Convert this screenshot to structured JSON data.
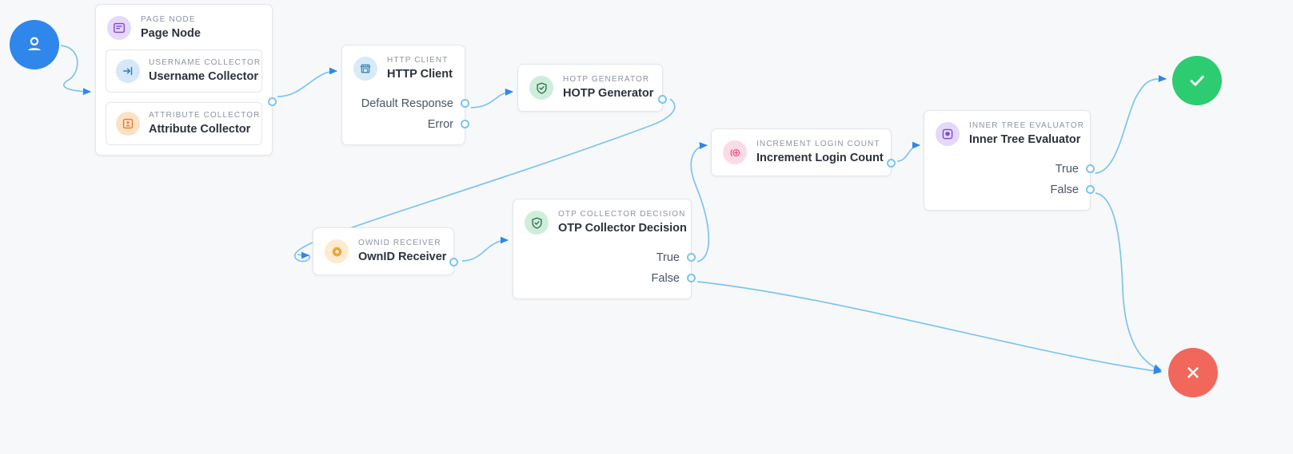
{
  "canvas": {
    "background": "#f7f8fa",
    "edge_color": "#7cc4ef",
    "port_color": "#7cc4ef"
  },
  "terminals": {
    "start": {
      "icon": "user-avatar-icon",
      "color": "#2f86eb"
    },
    "success": {
      "icon": "check-icon",
      "color": "#2ecc71"
    },
    "failure": {
      "icon": "close-icon",
      "color": "#f2675c"
    }
  },
  "nodes": [
    {
      "id": "page-node",
      "kicker": "PAGE NODE",
      "title": "Page Node",
      "icon": "page-icon",
      "icon_bg": "#e5d8fb",
      "icon_color": "#7b47d6",
      "children": [
        {
          "id": "username-collector",
          "kicker": "USERNAME COLLECTOR",
          "title": "Username Collector",
          "icon": "sign-in-icon",
          "icon_bg": "#d4e8f9",
          "icon_color": "#2a7ec0"
        },
        {
          "id": "attribute-collector",
          "kicker": "ATTRIBUTE COLLECTOR",
          "title": "Attribute Collector",
          "icon": "id-card-icon",
          "icon_bg": "#fbe2c4",
          "icon_color": "#e57a33"
        }
      ]
    },
    {
      "id": "http-client",
      "kicker": "HTTP CLIENT",
      "title": "HTTP Client",
      "icon": "storefront-icon",
      "icon_bg": "#d8eaf8",
      "icon_color": "#3a7fb5",
      "outputs": [
        "Default Response",
        "Error"
      ]
    },
    {
      "id": "hotp-generator",
      "kicker": "HOTP GENERATOR",
      "title": "HOTP Generator",
      "icon": "shield-check-icon",
      "icon_bg": "#cfeddb",
      "icon_color": "#1f6b46",
      "outputs": []
    },
    {
      "id": "ownid-receiver",
      "kicker": "OWNID RECEIVER",
      "title": "OwnID Receiver",
      "icon": "gear-icon",
      "icon_bg": "#fcebd0",
      "icon_color": "#f0a32c",
      "outputs": []
    },
    {
      "id": "otp-collector-decision",
      "kicker": "OTP COLLECTOR DECISION",
      "title": "OTP Collector Decision",
      "icon": "shield-check-icon",
      "icon_bg": "#cfeddb",
      "icon_color": "#1f6b46",
      "outputs": [
        "True",
        "False"
      ]
    },
    {
      "id": "increment-login-count",
      "kicker": "INCREMENT LOGIN COUNT",
      "title": "Increment Login Count",
      "icon": "increment-counter-icon",
      "icon_bg": "#fcdbe6",
      "icon_color": "#ee4f7e",
      "outputs": []
    },
    {
      "id": "inner-tree-evaluator",
      "kicker": "INNER TREE EVALUATOR",
      "title": "Inner Tree Evaluator",
      "icon": "inner-tree-icon",
      "icon_bg": "#e5d8fb",
      "icon_color": "#7b47d6",
      "outputs": [
        "True",
        "False"
      ]
    }
  ]
}
